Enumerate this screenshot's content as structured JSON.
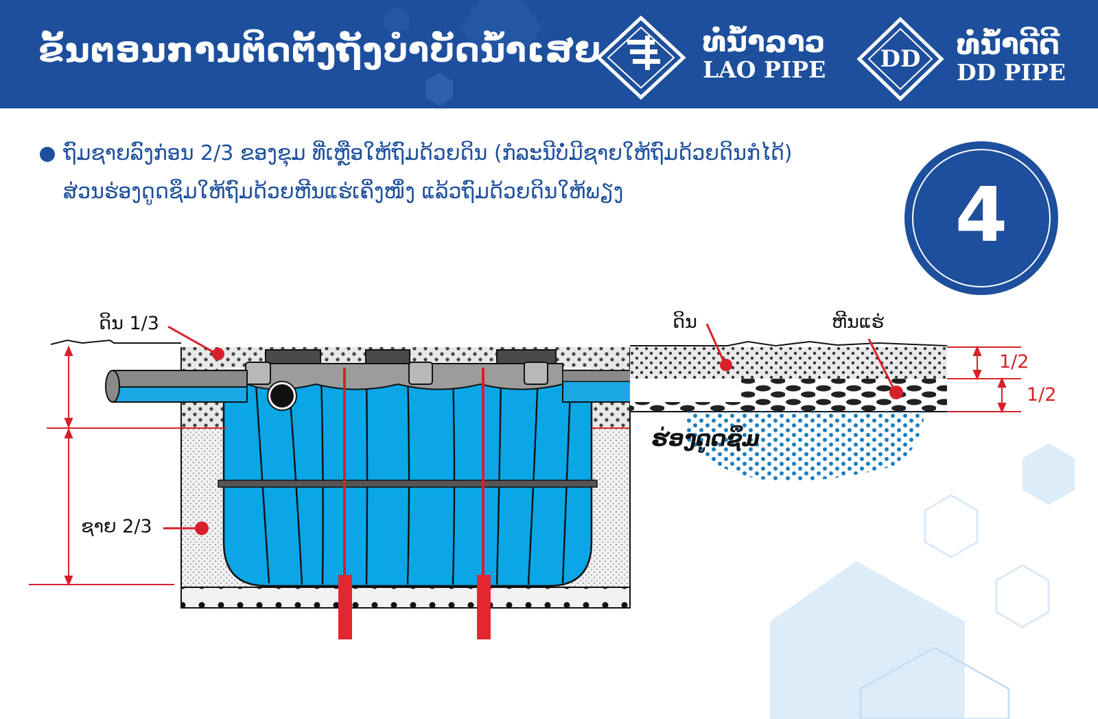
{
  "header": {
    "title": "ຂັ້ນຕອນການຕິດຕັ້ງຖັງບຳບັດນ້ຳເສຍ",
    "brand1": {
      "lao": "ທໍ່ນ້ຳລາວ",
      "en": "LAO PIPE"
    },
    "brand2": {
      "lao": "ທໍ່ນ້ຳດີດີ",
      "en": "DD PIPE",
      "logo_text": "DD"
    }
  },
  "instruction": {
    "line1": "ຖົມຊາຍລົງກ່ອນ 2/3 ຂອງຂຸມ ທີ່ເຫຼືອໃຫ້ຖົມດ້ວຍດິນ (ກໍລະນີບໍ່ມີຊາຍໃຫ້ຖົມດ້ວຍດິນກໍໄດ້)",
    "line2": "ສ່ວນຮ່ອງດູດຊຶມໃຫ້ຖົມດ້ວຍຫີນແຮ່ເຄິ່ງໜຶ່ງ ແລ້ວຖົມດ້ວຍດິນໃຫ້ພຽງ"
  },
  "step_number": "4",
  "diagram": {
    "label_soil_1_3": "ດິນ 1/3",
    "label_sand_2_3": "ຊາຍ 2/3",
    "label_soil": "ດິນ",
    "label_gravel": "ຫີນແຮ່",
    "label_soak_trench": "ຮ່ອງດູດຊຶມ",
    "label_half_top": "1/2",
    "label_half_bottom": "1/2"
  },
  "colors": {
    "header_blue": "#1d4f9c",
    "tank_blue": "#0aa6e6",
    "marker_red": "#d8202a",
    "pipe_gray": "#8c8c8c",
    "hex_light": "#dcecf8"
  }
}
